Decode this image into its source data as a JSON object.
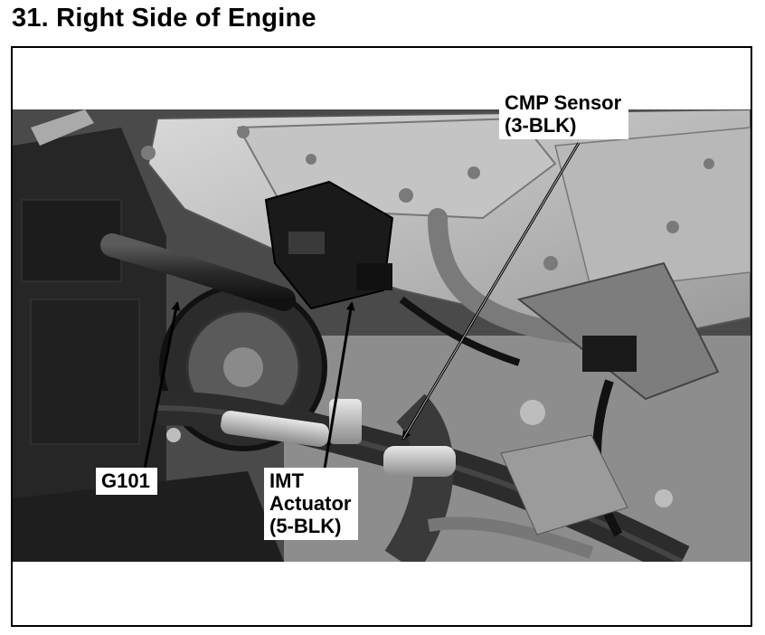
{
  "title": "31. Right Side of Engine",
  "callouts": {
    "cmp_sensor": {
      "line1": "CMP Sensor",
      "line2": "(3-BLK)"
    },
    "g101": {
      "line1": "G101"
    },
    "imt_actuator": {
      "line1": "IMT",
      "line2": "Actuator",
      "line3": "(5-BLK)"
    }
  }
}
